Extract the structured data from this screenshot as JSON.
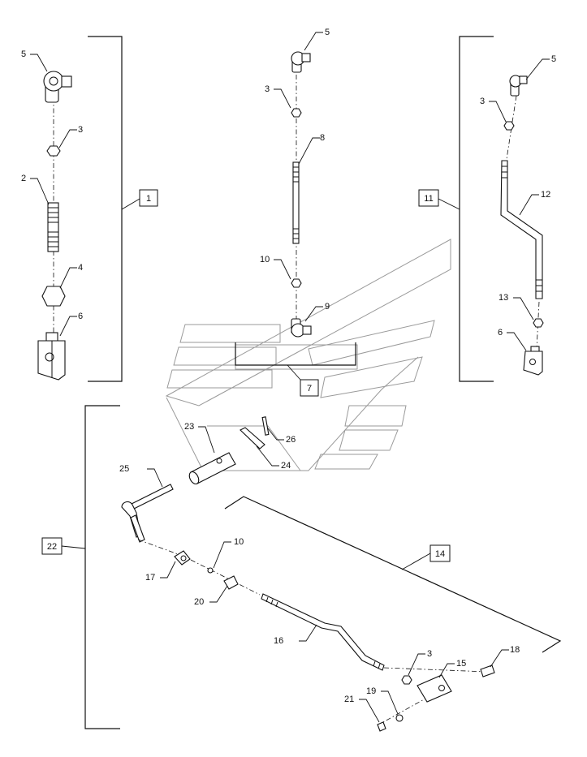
{
  "callouts": {
    "c5a": "5",
    "c3a": "3",
    "c2": "2",
    "c4": "4",
    "c6a": "6",
    "c5b": "5",
    "c3b": "3",
    "c8": "8",
    "c10a": "10",
    "c9": "9",
    "c5c": "5",
    "c3c": "3",
    "c12": "12",
    "c13": "13",
    "c6c": "6",
    "c23": "23",
    "c26": "26",
    "c24": "24",
    "c25": "25",
    "c10b": "10",
    "c17": "17",
    "c20": "20",
    "c16": "16",
    "c3d": "3",
    "c15": "15",
    "c18": "18",
    "c19": "19",
    "c21": "21"
  },
  "groups": {
    "g1": "1",
    "g7": "7",
    "g11": "11",
    "g14": "14",
    "g22": "22"
  }
}
